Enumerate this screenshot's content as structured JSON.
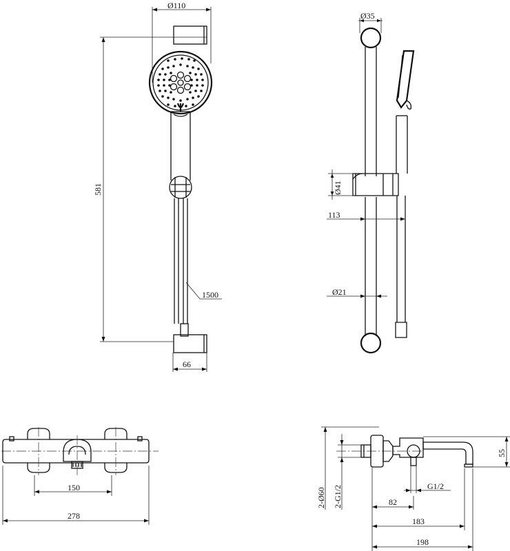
{
  "dimensions": {
    "shower_head_diameter": "Ø110",
    "bracket_depth": "66",
    "rail_height": "581",
    "hose_length": "1500",
    "rail_diameter": "Ø35",
    "slider_diameter": "Ø41",
    "projection": "113",
    "rail_tube_diameter": "Ø21",
    "mixer_center_distance": "150",
    "mixer_length": "278",
    "inlet_diameter": "2-Ø60",
    "inlet_thread": "2-G1/2",
    "outlet_thread": "G1/2",
    "outlet_offset": "82",
    "spout_reach": "183",
    "overall_depth": "198",
    "spout_height": "55"
  }
}
